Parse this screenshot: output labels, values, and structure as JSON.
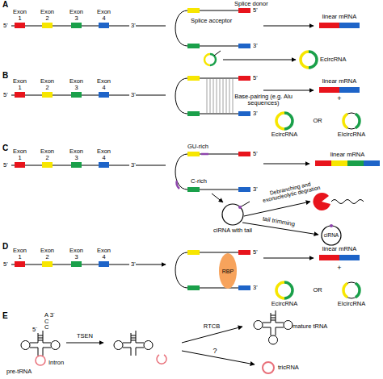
{
  "diagram": {
    "nodes": [
      {
        "text": [
          "Exon 1"
        ]
      },
      {
        "text": [
          "Exon 2"
        ]
      },
      {
        "text": [
          "Exon 3"
        ]
      },
      {
        "text": [
          "Exon 4"
        ]
      },
      {
        "text": [
          "Exon 1"
        ]
      },
      {
        "text": [
          "Exon 2"
        ]
      },
      {
        "text": [
          "Exon 3"
        ]
      },
      {
        "text": [
          "Exon 4"
        ]
      },
      {
        "text": [
          "Exon 1"
        ]
      },
      {
        "text": [
          "Exon 2"
        ]
      },
      {
        "text": [
          "Exon 3"
        ]
      },
      {
        "text": [
          "Exon 4"
        ]
      },
      {
        "text": [
          "Exon 1"
        ]
      },
      {
        "text": [
          "Exon 2"
        ]
      },
      {
        "text": [
          "Exon 3"
        ]
      },
      {
        "text": [
          "Exon 4"
        ]
      },
      {
        "text": [
          "RBP"
        ]
      }
    ],
    "labels": [
      "A",
      "5'",
      "3'",
      "Splice acceptor",
      "Splice donor",
      "5'",
      "3'",
      "linear mRNA",
      "EcircRNA",
      "B",
      "5'",
      "3'",
      "5'",
      "3'",
      "Base-pairing (e.g. Alu sequences)",
      "linear mRNA",
      "+",
      "EcircRNA",
      "OR",
      "EIcircRNA",
      "C",
      "5'",
      "3'",
      "GU-rich",
      "5'",
      "C-rich",
      "3'",
      "linear mRNA",
      "Debranching and exonucleolytic degration",
      "ciRNA with tail",
      "tail trimming",
      "ciRNA",
      "D",
      "5'",
      "3'",
      "5'",
      "3'",
      "linear mRNA",
      "+",
      "EcircRNA",
      "OR",
      "EIcircRNA",
      "E",
      "A 3´",
      "C",
      "C",
      "5´",
      "Intron",
      "pre-tRNA",
      "TSEN",
      "RTCB",
      "?",
      "mature tRNA",
      "tricRNA"
    ]
  }
}
